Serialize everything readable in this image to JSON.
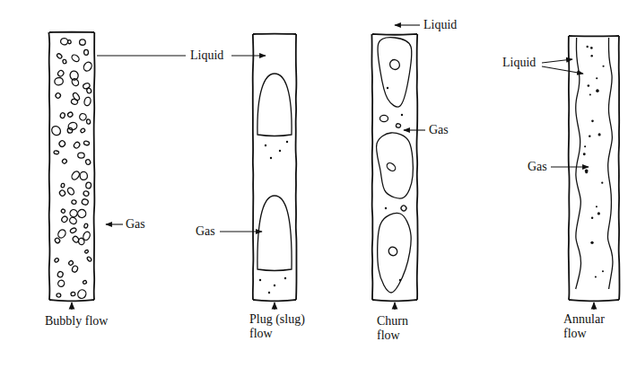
{
  "diagram": {
    "labels": [
      "Liquid",
      "Gas",
      "Gas",
      "Liquid",
      "Gas",
      "Liquid",
      "Gas",
      "Bubbly flow",
      "Plug (slug) flow",
      "Churn flow",
      "Annular flow"
    ]
  }
}
